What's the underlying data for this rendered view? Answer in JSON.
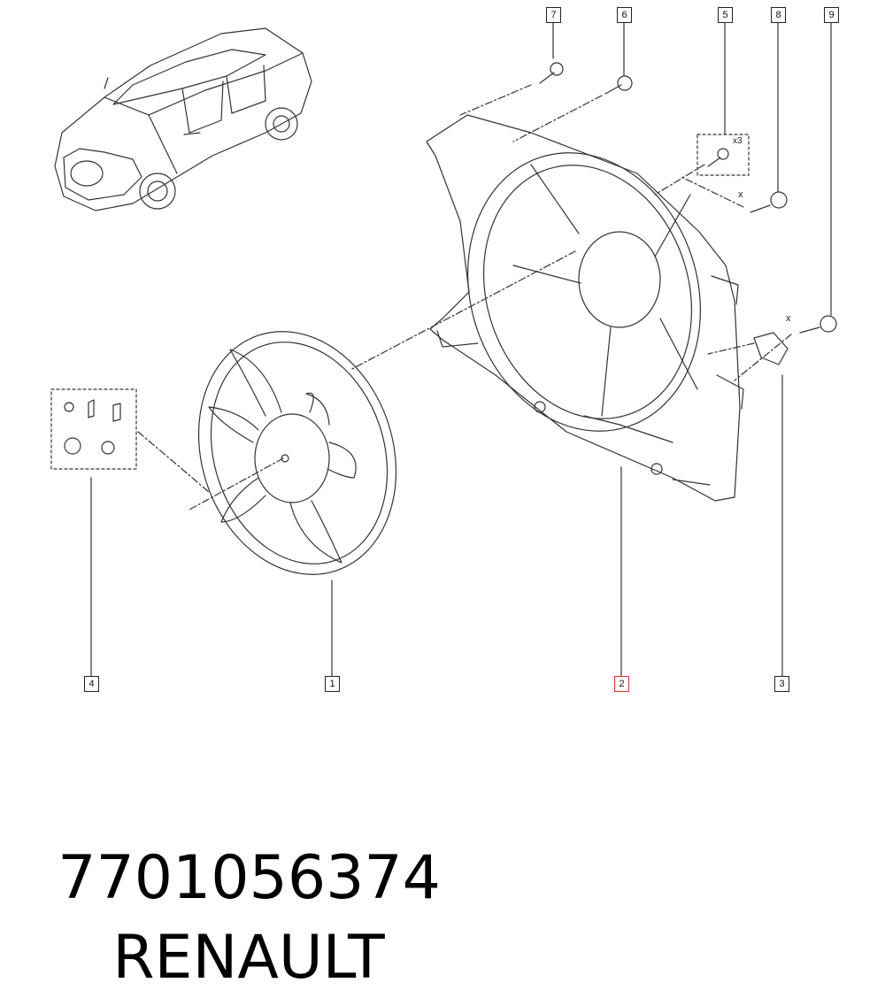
{
  "callouts": {
    "c1": "1",
    "c2": "2",
    "c3": "3",
    "c4": "4",
    "c5": "5",
    "c6": "6",
    "c7": "7",
    "c8": "8",
    "c9": "9"
  },
  "quantity_5": "x3",
  "x_marker": "x",
  "highlighted_callout": "2",
  "colors": {
    "line": "#333333",
    "highlight": "#e03030",
    "background": "#ffffff"
  },
  "footer": {
    "part_number": "7701056374",
    "brand": "RENAULT"
  }
}
